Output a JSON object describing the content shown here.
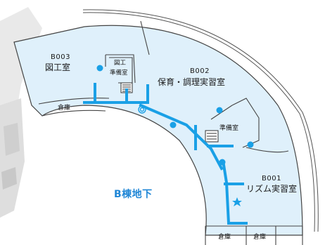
{
  "map": {
    "floor_title": "B棟地下",
    "rooms": {
      "b003": {
        "code": "B003",
        "name": "図工室"
      },
      "prep_art": {
        "line1": "図工",
        "line2": "準備室"
      },
      "b002": {
        "code": "B002",
        "name": "保育・調理実習室"
      },
      "storage_left": {
        "name": "倉庫"
      },
      "prep_right": {
        "name": "準備室"
      },
      "b001": {
        "code": "B001",
        "name": "リズム実習室"
      },
      "storage_bottom1": {
        "name": "倉庫"
      },
      "storage_bottom2": {
        "name": "倉庫"
      }
    },
    "colors": {
      "room_fill": "#dff0fb",
      "wall": "#444444",
      "route": "#1aa0e6",
      "marker": "#1aa0e6",
      "title": "#1f86d6"
    },
    "icons": {
      "entrance": "double-circle-icon",
      "current_location": "star-icon",
      "info_point": "dot-icon",
      "stairs": "stairs-icon"
    }
  }
}
